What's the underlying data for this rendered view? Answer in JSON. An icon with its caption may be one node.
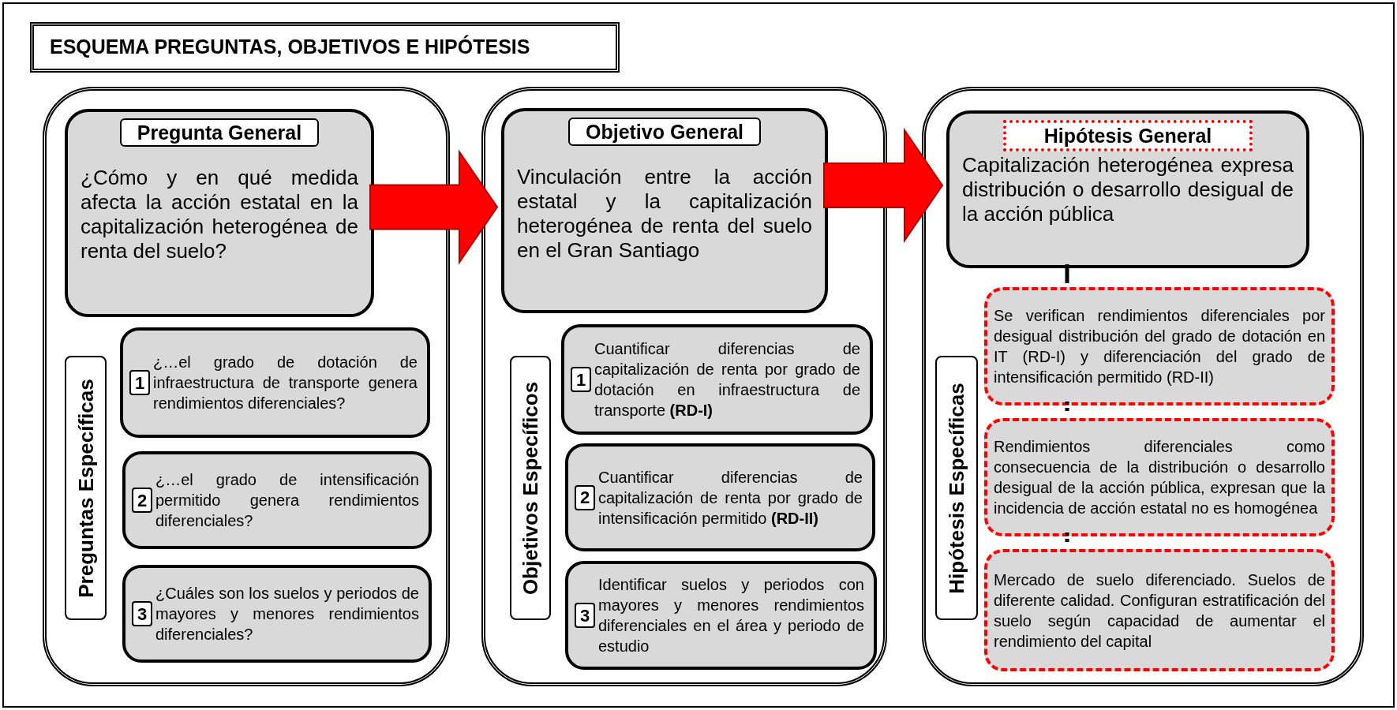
{
  "diagram": {
    "title": "ESQUEMA PREGUNTAS, OBJETIVOS E HIPÓTESIS",
    "nodes": [
      {
        "text": [],
        "shape": "box"
      },
      {
        "text": [
          "Pregunta General",
          "¿Cómo y en qué medida afecta la acción estatal en la capitalización heterogénea de renta del suelo?"
        ],
        "in": 0
      },
      {
        "text": [
          "Preguntas Específicas"
        ],
        "in": 0
      },
      {
        "text": [
          "1",
          "¿…el grado de dotación de infraestructura de transporte genera rendimientos diferenciales?"
        ],
        "in": 0
      },
      {
        "text": [
          "2",
          "¿…el grado de intensificación permitido genera rendimientos diferenciales?"
        ],
        "in": 0
      },
      {
        "text": [
          "3",
          "¿Cuáles son los suelos y periodos de mayores y menores rendimientos diferenciales?"
        ],
        "in": 0
      },
      {
        "text": [],
        "shape": "box"
      },
      {
        "text": [
          "Objetivo General",
          "Vinculación entre la acción estatal y la capitalización heterogénea de renta del suelo en el Gran Santiago"
        ],
        "in": 6
      },
      {
        "text": [
          "Objetivos Específicos"
        ],
        "in": 6
      },
      {
        "text": [
          "1",
          "Cuantificar diferencias de capitalización de renta por grado de dotación en infraestructura de transporte **(RD-I)**"
        ],
        "in": 6
      },
      {
        "text": [
          "2",
          "Cuantificar diferencias de capitalización de renta por grado de intensificación permitido **(RD-II)**"
        ],
        "in": 6
      },
      {
        "text": [
          "3",
          "Identificar suelos y periodos con mayores y menores rendimientos diferenciales en el área y periodo de estudio"
        ],
        "in": 6
      },
      {
        "text": [],
        "shape": "box"
      },
      {
        "text": [
          "Hipótesis General",
          "Capitalización heterogénea expresa distribución o desarrollo desigual de la acción pública"
        ],
        "in": 12
      },
      {
        "text": [
          "Hipótesis Específicas"
        ],
        "in": 12
      },
      {
        "text": [
          "Se verifican rendimientos diferenciales por desigual distribución del grado de dotación en IT (RD-I) y diferenciación del grado de intensificación permitido (RD-II)"
        ],
        "in": 12
      },
      {
        "text": [
          "Rendimientos diferenciales como consecuencia de la distribución o desarrollo desigual de la acción pública, expresan que la incidencia de acción estatal no es homogénea"
        ],
        "in": 12
      },
      {
        "text": [
          "Mercado de suelo diferenciado. Suelos de diferente calidad. Configuran estratificación del suelo según capacidad de aumentar el rendimiento del capital"
        ],
        "in": 12
      }
    ],
    "edges": [
      {
        "from": 1,
        "to": 7,
        "arrow": "to",
        "style": "thick",
        "color": "#ff0000"
      },
      {
        "from": 7,
        "to": 13,
        "arrow": "to",
        "style": "thick",
        "color": "#ff0000"
      },
      {
        "from": 13,
        "to": 15,
        "arrow": "none"
      },
      {
        "from": 15,
        "to": 16,
        "arrow": "none",
        "style": "dashed"
      },
      {
        "from": 16,
        "to": 17,
        "arrow": "none",
        "style": "dashed"
      }
    ]
  }
}
